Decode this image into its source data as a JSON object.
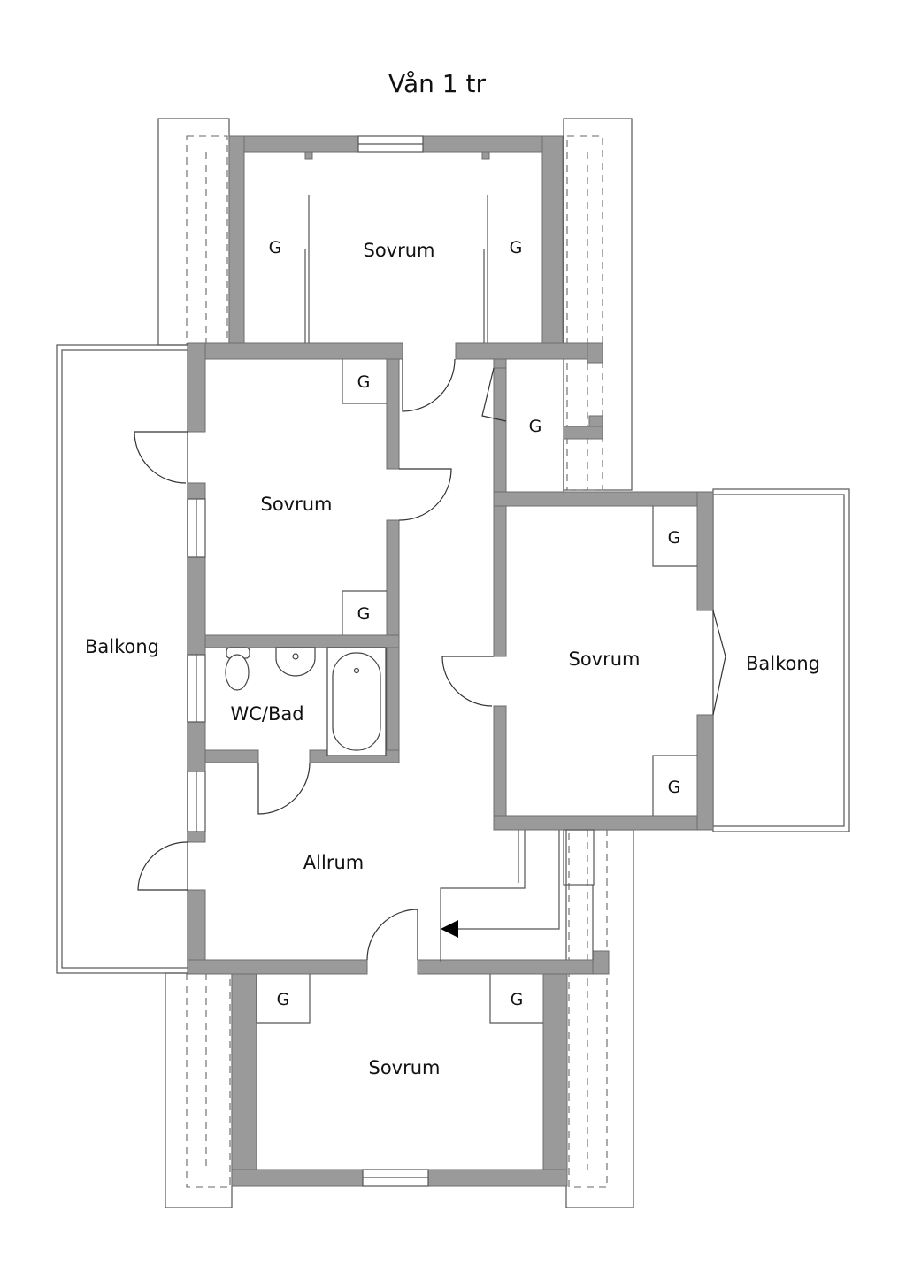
{
  "title": "Vån 1 tr",
  "rooms": {
    "sovrum_top": "Sovrum",
    "sovrum_left": "Sovrum",
    "sovrum_right": "Sovrum",
    "sovrum_bottom": "Sovrum",
    "wc_bad": "WC/Bad",
    "allrum": "Allrum",
    "balkong_left": "Balkong",
    "balkong_right": "Balkong"
  },
  "closet_label": "G"
}
